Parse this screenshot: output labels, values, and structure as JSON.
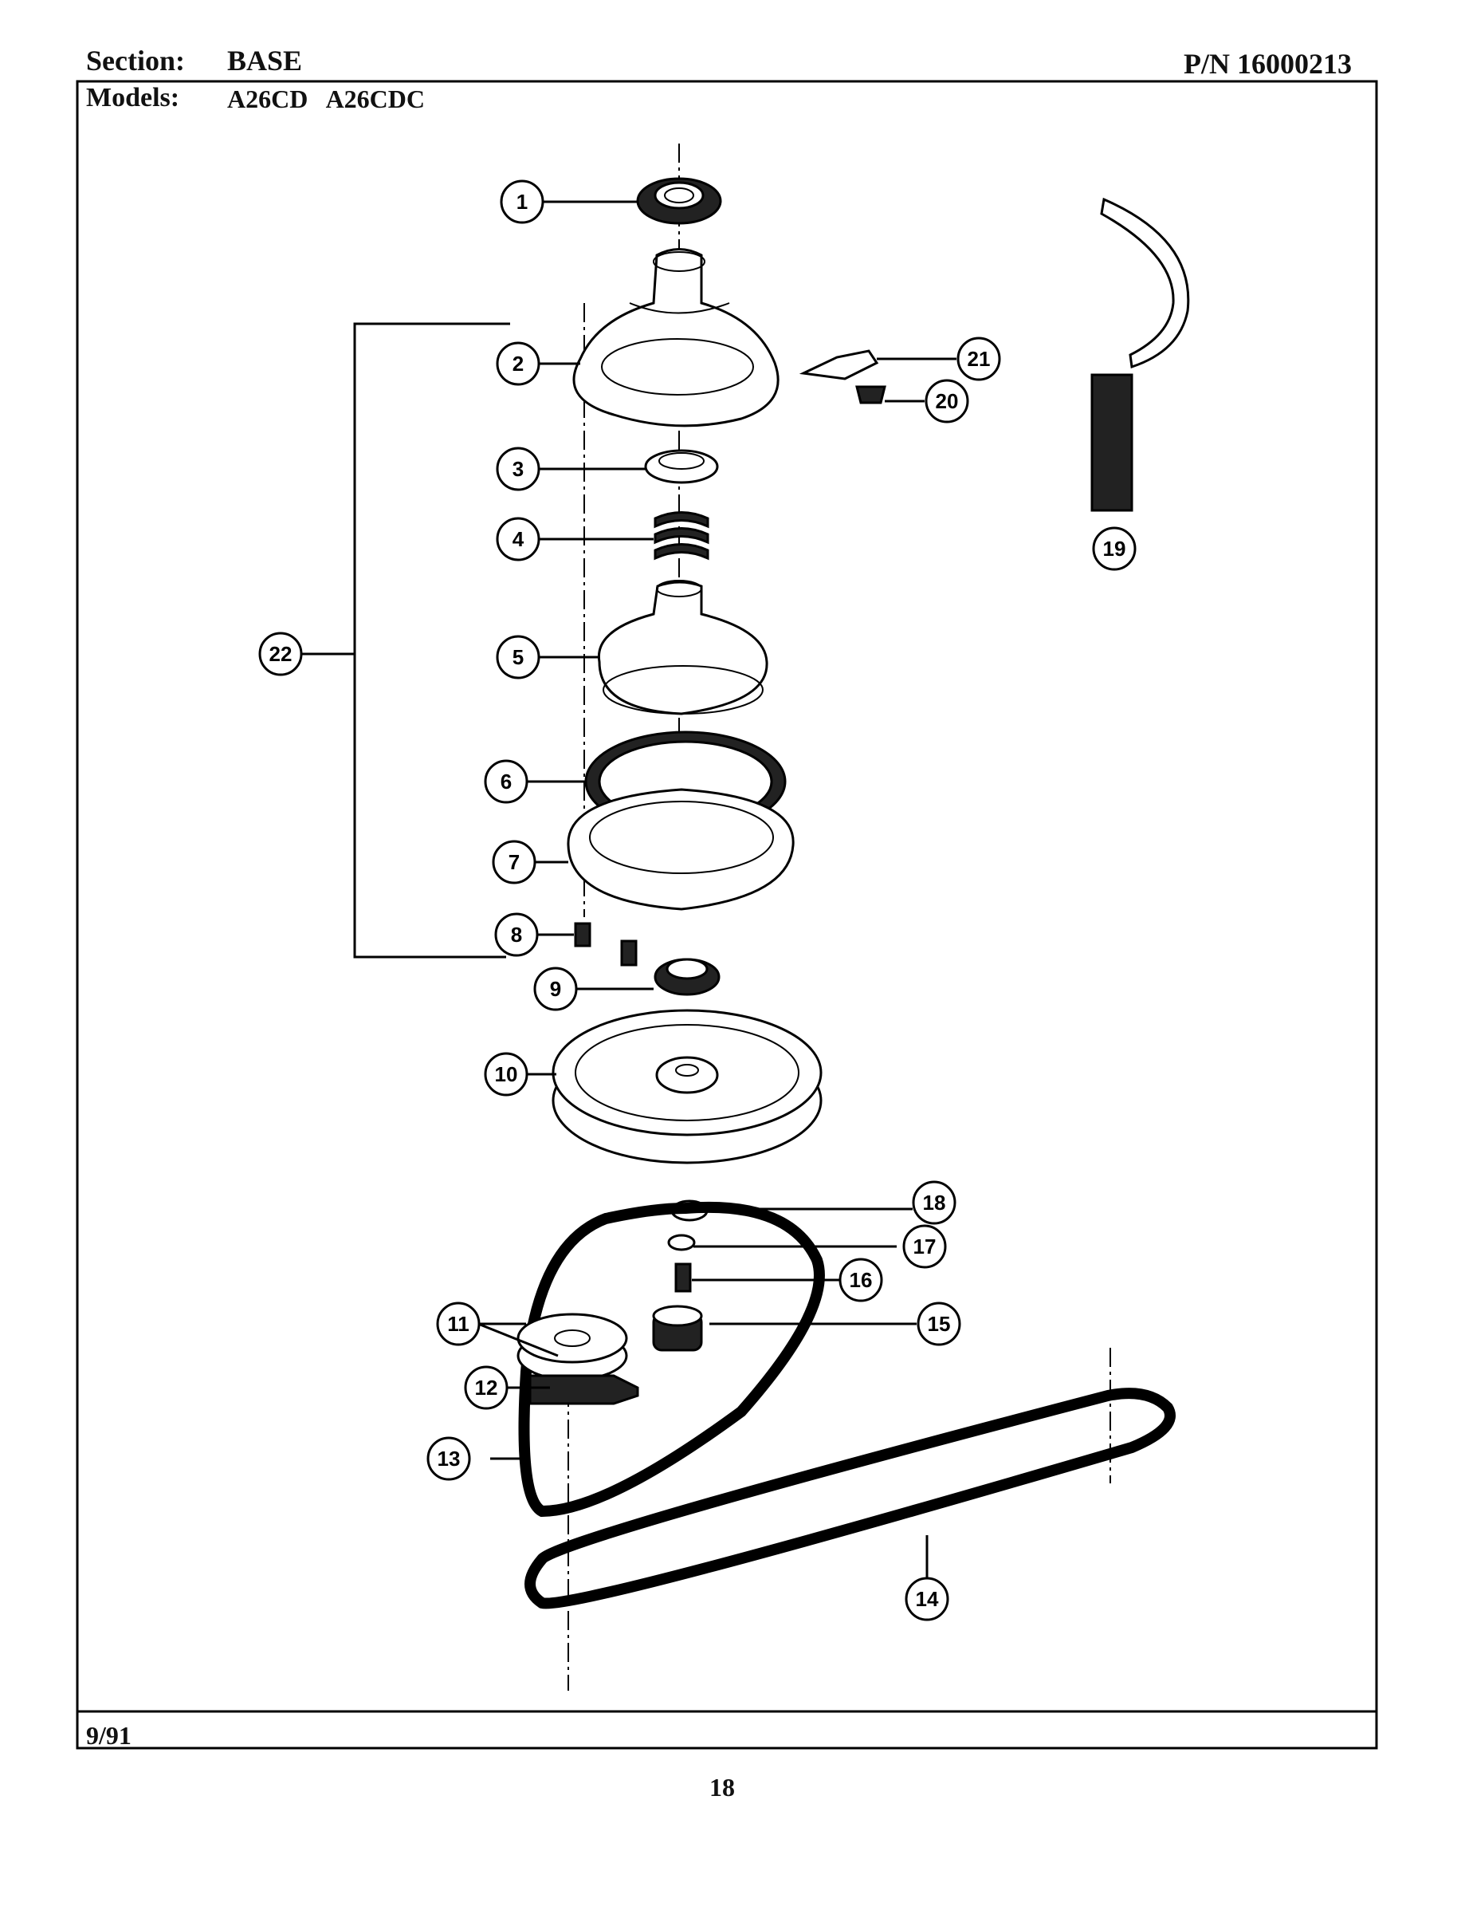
{
  "header": {
    "section_label": "Section:",
    "section_value": "BASE",
    "part_number": "P/N 16000213",
    "models_label": "Models:",
    "models_value": "A26CD   A26CDC"
  },
  "footer": {
    "date": "9/91",
    "page_number": "18"
  },
  "callouts": [
    "1",
    "2",
    "3",
    "4",
    "5",
    "6",
    "7",
    "8",
    "9",
    "10",
    "11",
    "12",
    "13",
    "14",
    "15",
    "16",
    "17",
    "18",
    "19",
    "20",
    "21",
    "22"
  ]
}
